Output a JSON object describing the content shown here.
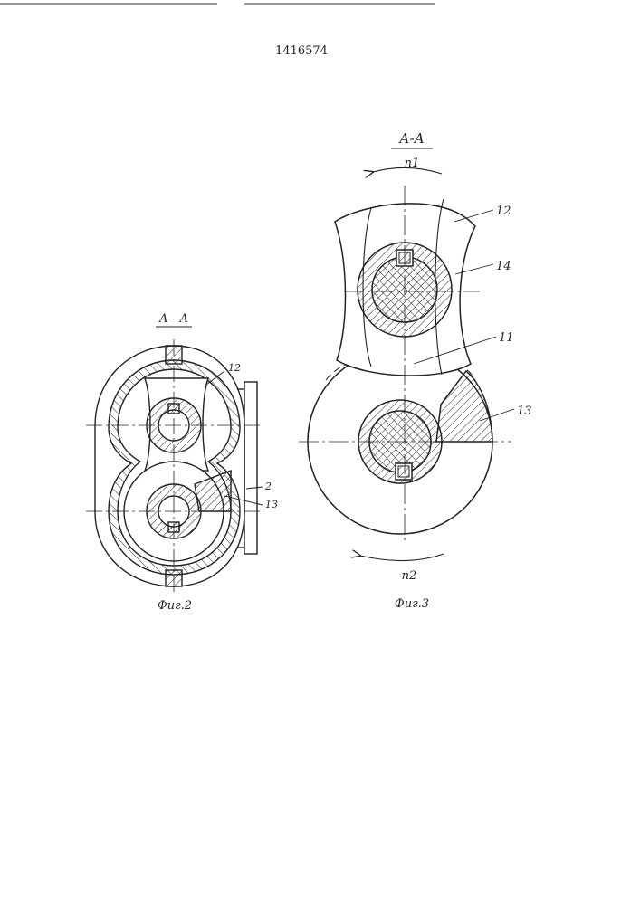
{
  "patent_number": "1416574",
  "fig2": {
    "section_label": "А - А",
    "caption": "Фиг.2",
    "labels": {
      "l12": "12",
      "l2": "2",
      "l13": "13"
    }
  },
  "fig3": {
    "section_label": "А-А",
    "caption": "Фиг.3",
    "rotation_top": "n1",
    "rotation_bottom": "n2",
    "labels": {
      "l12": "12",
      "l14": "14",
      "l11": "11",
      "l13": "13"
    }
  },
  "colors": {
    "ink": "#222222",
    "paper": "#ffffff"
  }
}
